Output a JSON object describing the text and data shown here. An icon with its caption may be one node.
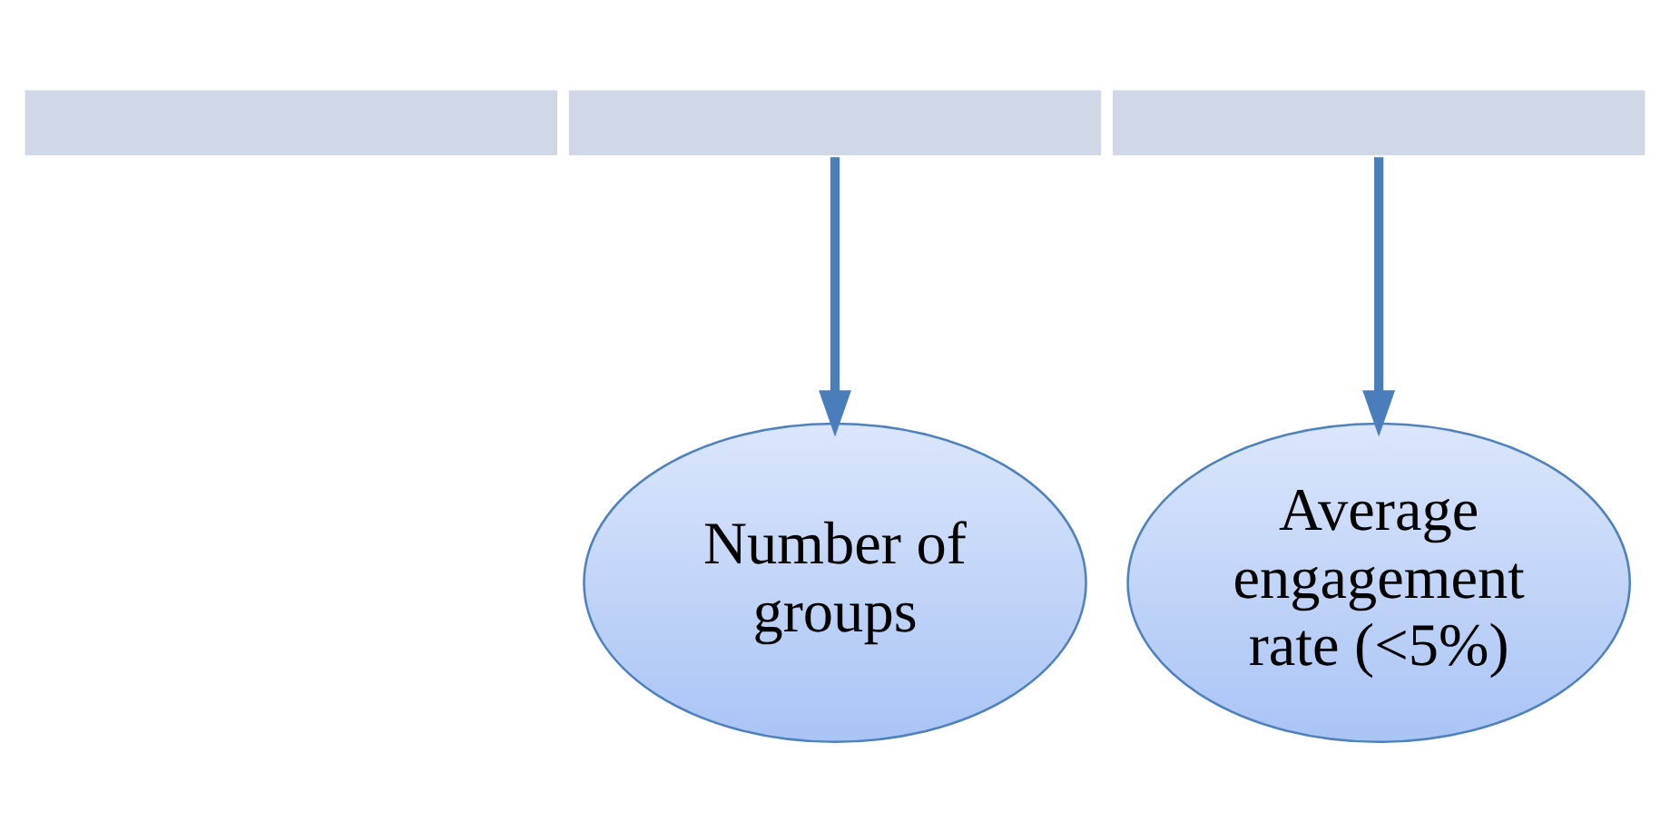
{
  "diagram": {
    "nodes": [
      {
        "text": [],
        "shape": "box"
      },
      {
        "text": [],
        "shape": "box"
      },
      {
        "text": [],
        "shape": "box"
      },
      {
        "text": [
          "Number of groups"
        ]
      },
      {
        "text": [
          "Average engagement rate (<5%)"
        ]
      }
    ],
    "edges": [
      {
        "from": 1,
        "to": 3,
        "arrow": "to"
      },
      {
        "from": 2,
        "to": 4,
        "arrow": "to"
      }
    ]
  }
}
